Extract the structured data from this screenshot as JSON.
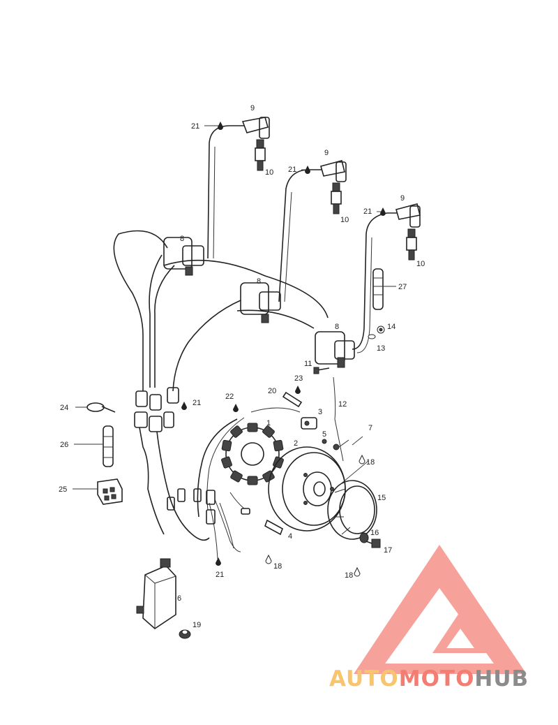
{
  "diagram": {
    "callouts": [
      {
        "id": "c1",
        "text": "1"
      },
      {
        "id": "c2",
        "text": "2"
      },
      {
        "id": "c3",
        "text": "3"
      },
      {
        "id": "c4",
        "text": "4"
      },
      {
        "id": "c5",
        "text": "5"
      },
      {
        "id": "c6",
        "text": "6"
      },
      {
        "id": "c7",
        "text": "7"
      },
      {
        "id": "c8a",
        "text": "8"
      },
      {
        "id": "c8b",
        "text": "8"
      },
      {
        "id": "c8c",
        "text": "8"
      },
      {
        "id": "c9a",
        "text": "9"
      },
      {
        "id": "c9b",
        "text": "9"
      },
      {
        "id": "c9c",
        "text": "9"
      },
      {
        "id": "c10a",
        "text": "10"
      },
      {
        "id": "c10b",
        "text": "10"
      },
      {
        "id": "c10c",
        "text": "10"
      },
      {
        "id": "c11",
        "text": "11"
      },
      {
        "id": "c12",
        "text": "12"
      },
      {
        "id": "c13",
        "text": "13"
      },
      {
        "id": "c14",
        "text": "14"
      },
      {
        "id": "c15",
        "text": "15"
      },
      {
        "id": "c16",
        "text": "16"
      },
      {
        "id": "c17",
        "text": "17"
      },
      {
        "id": "c18a",
        "text": "18"
      },
      {
        "id": "c18b",
        "text": "18"
      },
      {
        "id": "c18c",
        "text": "18"
      },
      {
        "id": "c19",
        "text": "19"
      },
      {
        "id": "c20",
        "text": "20"
      },
      {
        "id": "c21a",
        "text": "21"
      },
      {
        "id": "c21b",
        "text": "21"
      },
      {
        "id": "c21c",
        "text": "21"
      },
      {
        "id": "c21d",
        "text": "21"
      },
      {
        "id": "c21e",
        "text": "21"
      },
      {
        "id": "c22",
        "text": "22"
      },
      {
        "id": "c23",
        "text": "23"
      },
      {
        "id": "c24",
        "text": "24"
      },
      {
        "id": "c25",
        "text": "25"
      },
      {
        "id": "c26",
        "text": "26"
      },
      {
        "id": "c27",
        "text": "27"
      }
    ]
  },
  "watermark": {
    "part1": "AUTO",
    "part2": "MOTO",
    "part3": "HUB",
    "colors": {
      "yellow": "#f7c56f",
      "red": "#f37d72",
      "gray": "#8b8b8b"
    }
  }
}
